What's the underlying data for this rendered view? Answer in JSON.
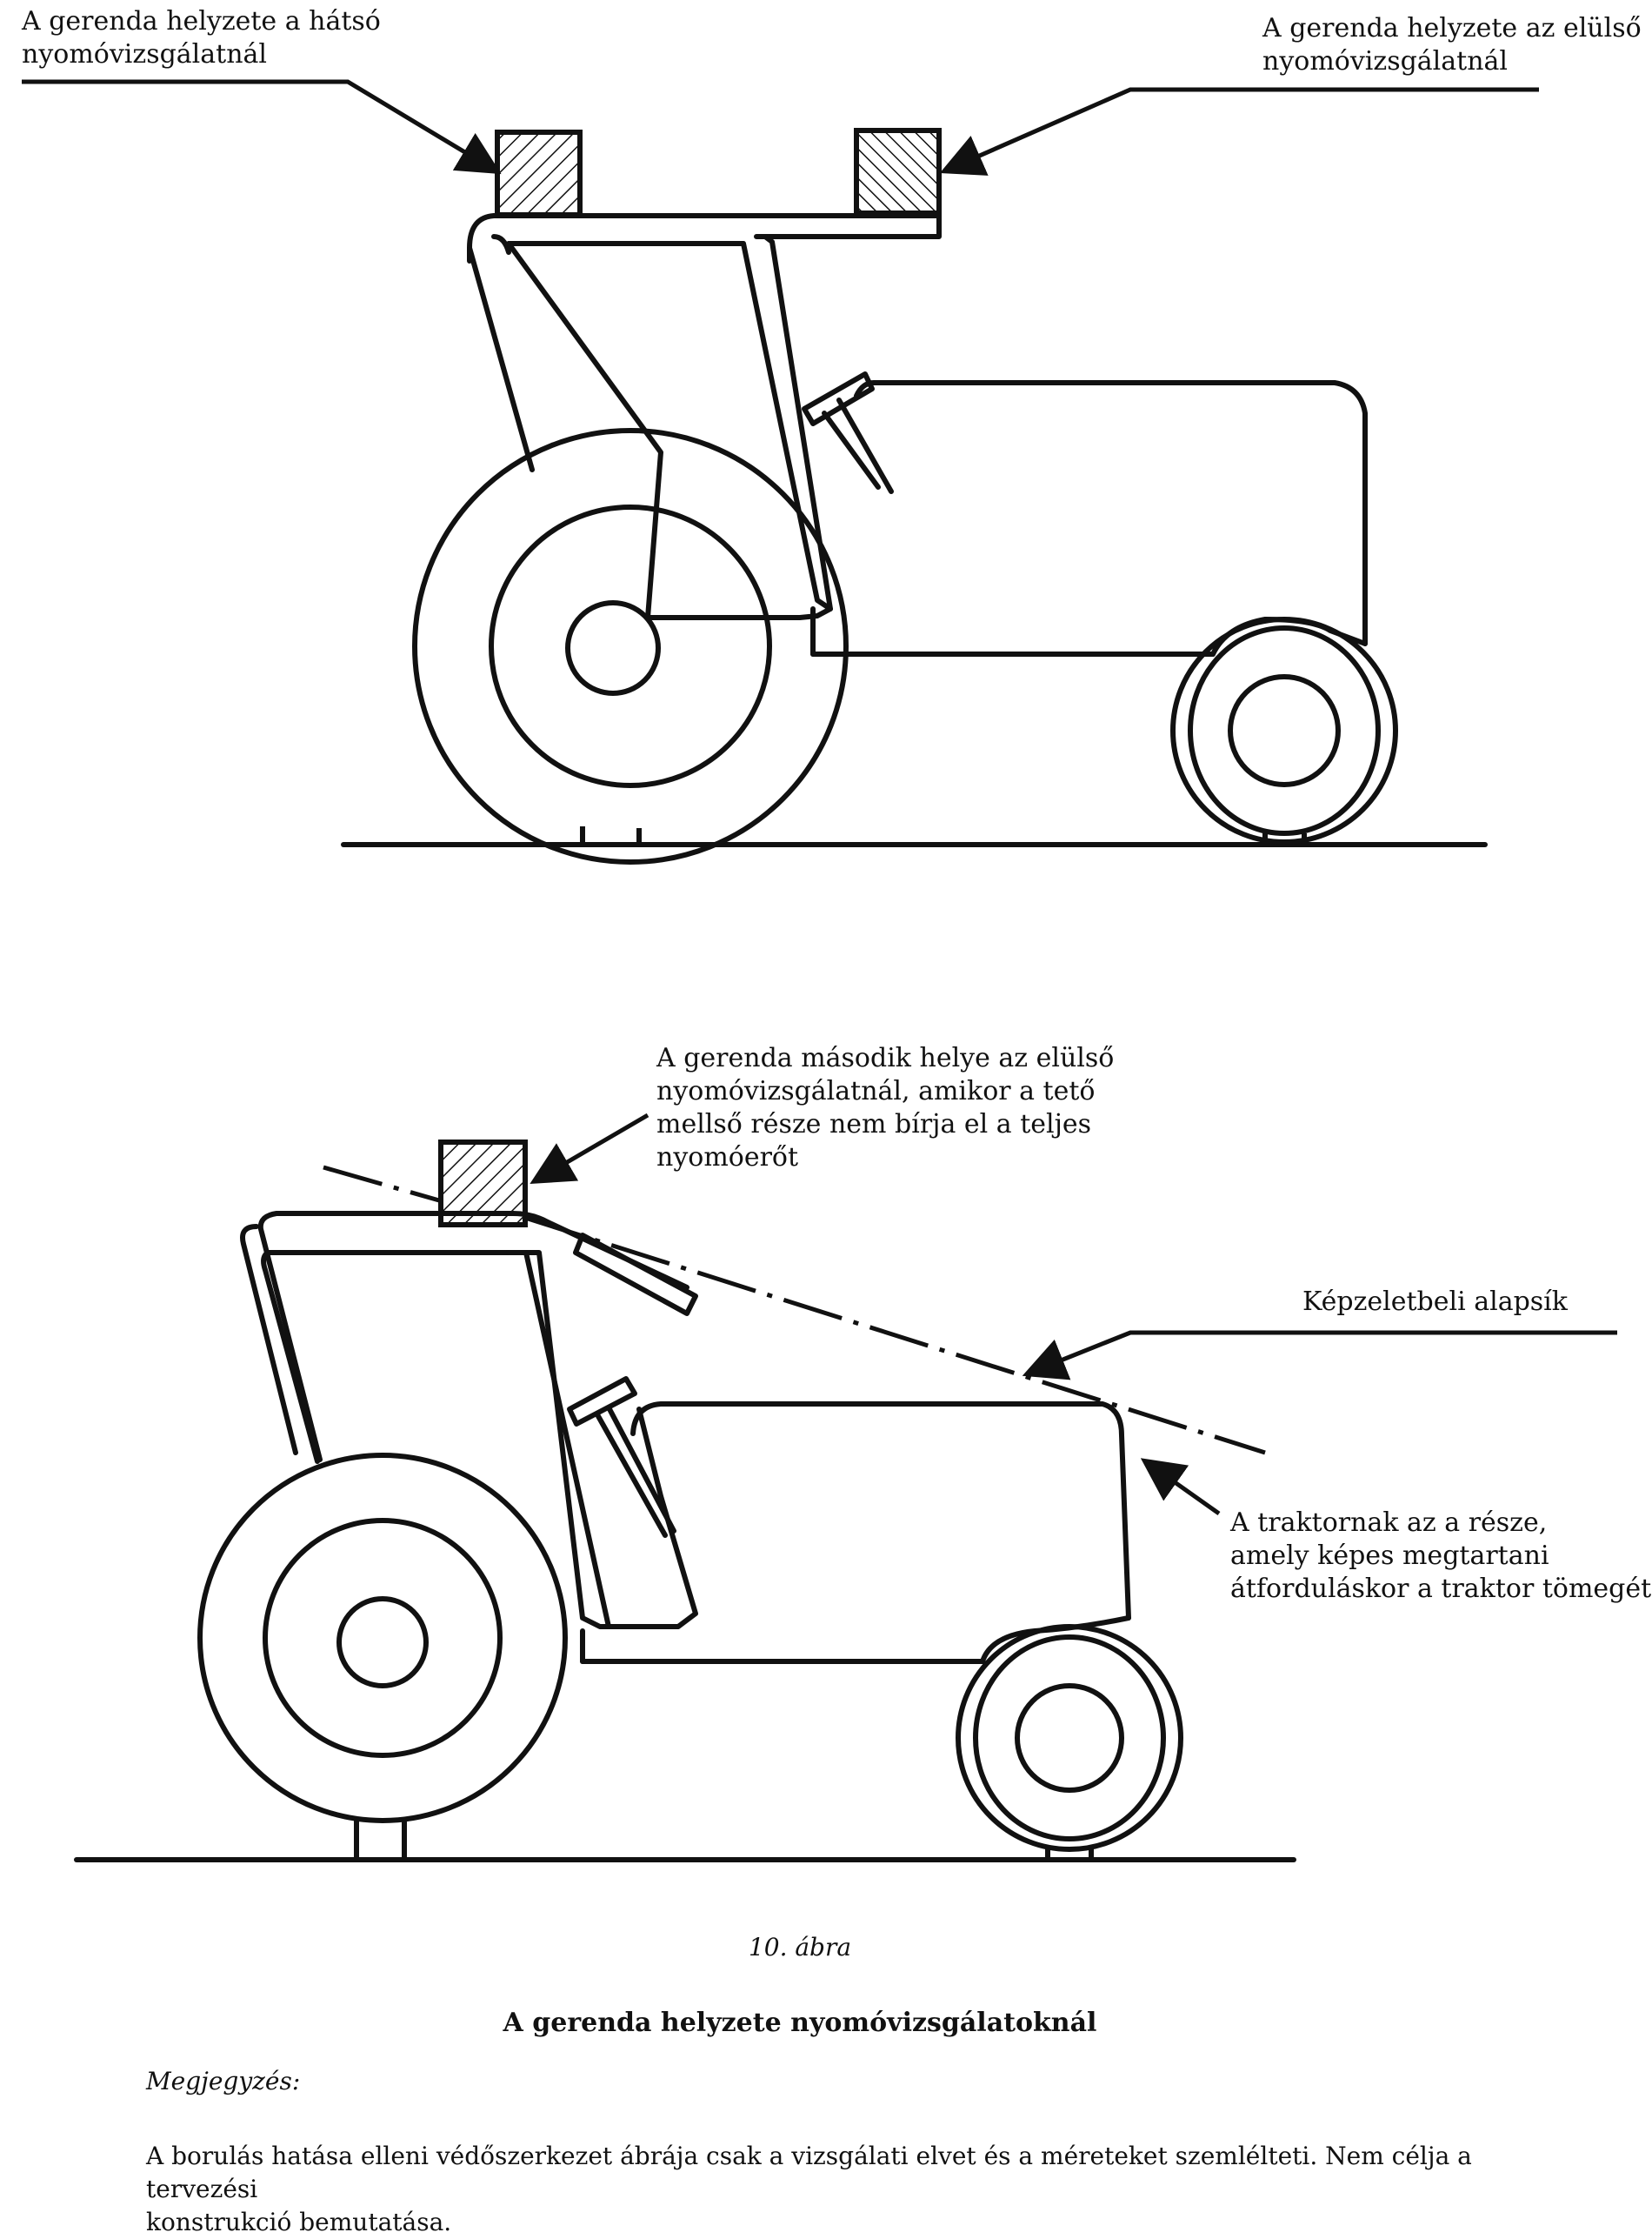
{
  "diagram1": {
    "label_rear": {
      "lines": [
        "A gerenda helyzete a hátsó",
        "nyomóvizsgálatnál"
      ]
    },
    "label_front": {
      "lines": [
        "A gerenda helyzete az elülső",
        "nyomóvizsgálatnál"
      ]
    }
  },
  "diagram2": {
    "label_second": {
      "lines": [
        "A gerenda második helye az elülső",
        "nyomóvizsgálatnál, amikor a tető",
        "mellső része nem bírja el a teljes",
        "nyomóerőt"
      ]
    },
    "label_plane": {
      "lines": [
        "Képzeletbeli alapsík"
      ]
    },
    "label_part": {
      "lines": [
        "A traktornak az a része,",
        "amely képes megtartani",
        "átforduláskor a traktor tömegét"
      ]
    }
  },
  "caption": {
    "number": "10. ábra",
    "title": "A gerenda helyzete nyomóvizsgálatoknál"
  },
  "note": {
    "heading": "Megjegyzés:",
    "lines": [
      "A borulás hatása elleni védőszerkezet ábrája csak a vizsgálati elvet és a méreteket szemlélteti. Nem célja a tervezési",
      "konstrukció bemutatása."
    ]
  }
}
